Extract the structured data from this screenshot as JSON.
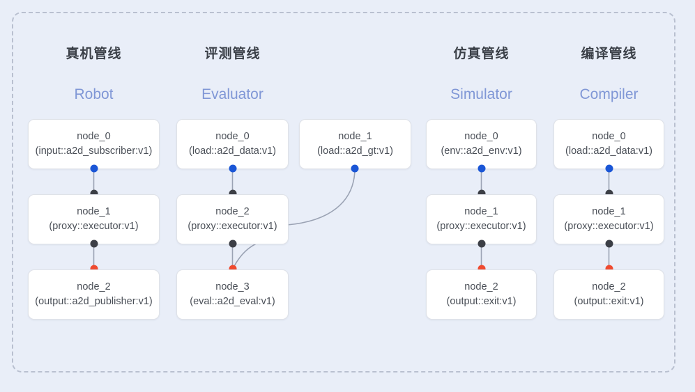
{
  "diagram": {
    "title_visible": false,
    "background_color": "#e9eef8",
    "frame_border_color": "#b9c0d0",
    "port_colors": {
      "output_blue": "#1a56d6",
      "link_dark": "#3c3f46",
      "input_red": "#ef4a2f"
    },
    "columns": [
      {
        "id": "robot",
        "title_cn": "真机管线",
        "title_en": "Robot",
        "nodes": [
          {
            "name": "node_0",
            "type": "(input::a2d_subscriber:v1)"
          },
          {
            "name": "node_1",
            "type": "(proxy::executor:v1)"
          },
          {
            "name": "node_2",
            "type": "(output::a2d_publisher:v1)"
          }
        ]
      },
      {
        "id": "evaluator",
        "title_cn": "评测管线",
        "title_en": "Evaluator",
        "nodes": [
          {
            "name": "node_0",
            "type": "(load::a2d_data:v1)"
          },
          {
            "name": "node_1",
            "type": "(load::a2d_gt:v1)"
          },
          {
            "name": "node_2",
            "type": "(proxy::executor:v1)"
          },
          {
            "name": "node_3",
            "type": "(eval::a2d_eval:v1)"
          }
        ]
      },
      {
        "id": "simulator",
        "title_cn": "仿真管线",
        "title_en": "Simulator",
        "nodes": [
          {
            "name": "node_0",
            "type": "(env::a2d_env:v1)"
          },
          {
            "name": "node_1",
            "type": "(proxy::executor:v1)"
          },
          {
            "name": "node_2",
            "type": "(output::exit:v1)"
          }
        ]
      },
      {
        "id": "compiler",
        "title_cn": "编译管线",
        "title_en": "Compiler",
        "nodes": [
          {
            "name": "node_0",
            "type": "(load::a2d_data:v1)"
          },
          {
            "name": "node_1",
            "type": "(proxy::executor:v1)"
          },
          {
            "name": "node_2",
            "type": "(output::exit:v1)"
          }
        ]
      }
    ]
  }
}
